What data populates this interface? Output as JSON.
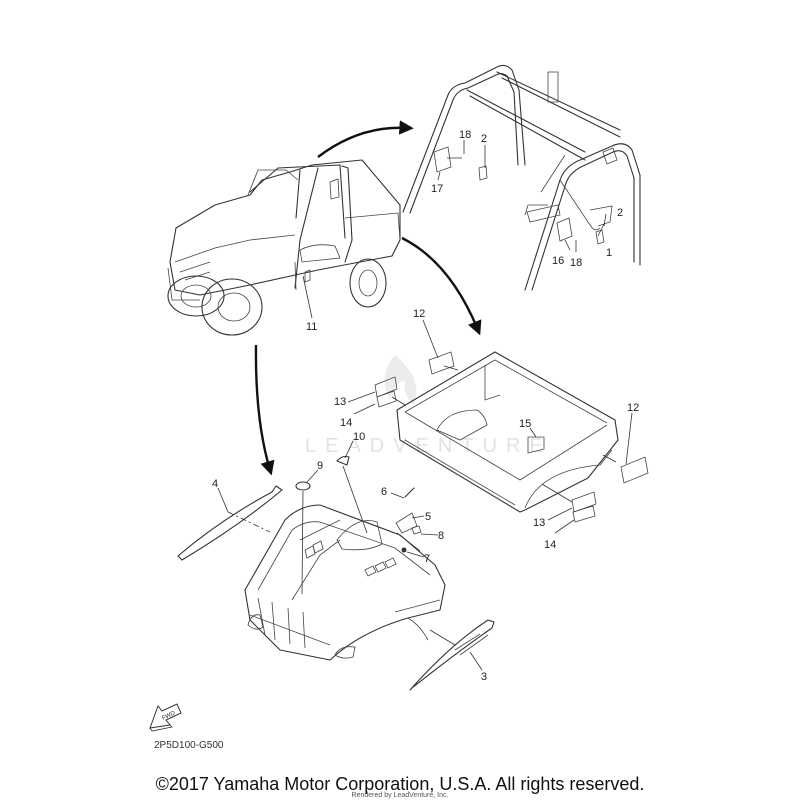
{
  "diagram": {
    "watermark": "LEADVENTURE",
    "diagram_code": "2P5D100-G500",
    "fwd_label": "FWD",
    "copyright": "©2017 Yamaha Motor Corporation, U.S.A. All rights reserved.",
    "rendered_by": "Rendered by LeadVenture, Inc.",
    "callouts": {
      "c1": "1",
      "c2a": "2",
      "c2b": "2",
      "c3": "3",
      "c4": "4",
      "c5": "5",
      "c6": "6",
      "c7": "7",
      "c8": "8",
      "c9": "9",
      "c10": "10",
      "c11": "11",
      "c12a": "12",
      "c12b": "12",
      "c13a": "13",
      "c13b": "13",
      "c14a": "14",
      "c14b": "14",
      "c15": "15",
      "c16": "16",
      "c17": "17",
      "c18a": "18",
      "c18b": "18"
    }
  }
}
